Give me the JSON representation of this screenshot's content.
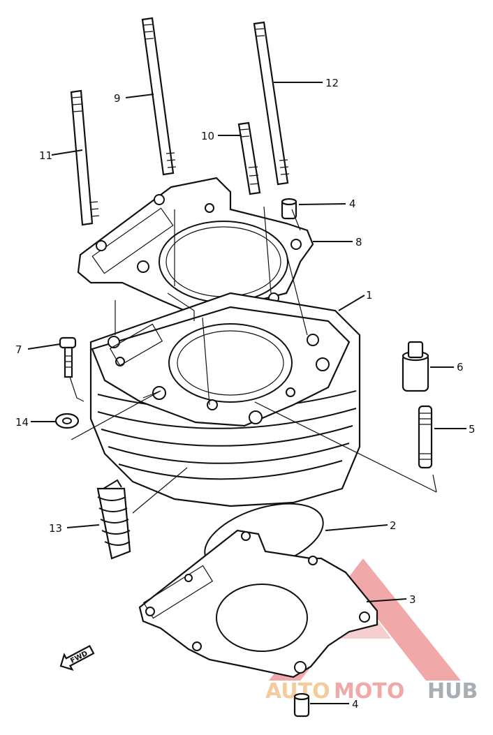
{
  "callouts": {
    "c1": "1",
    "c2": "2",
    "c3": "3",
    "c4a": "4",
    "c4b": "4",
    "c5": "5",
    "c6": "6",
    "c7": "7",
    "c8": "8",
    "c9": "9",
    "c10": "10",
    "c11": "11",
    "c12": "12",
    "c13": "13",
    "c14": "14"
  },
  "fwd_label": "FWD",
  "watermark": {
    "part1": "AUTO",
    "part2": "MOTO",
    "part3": "HUB"
  },
  "colors": {
    "line": "#111111",
    "watermark_orange": "#f3c48a",
    "watermark_red": "#ef9a9a",
    "watermark_gray": "#9aa0a6"
  }
}
